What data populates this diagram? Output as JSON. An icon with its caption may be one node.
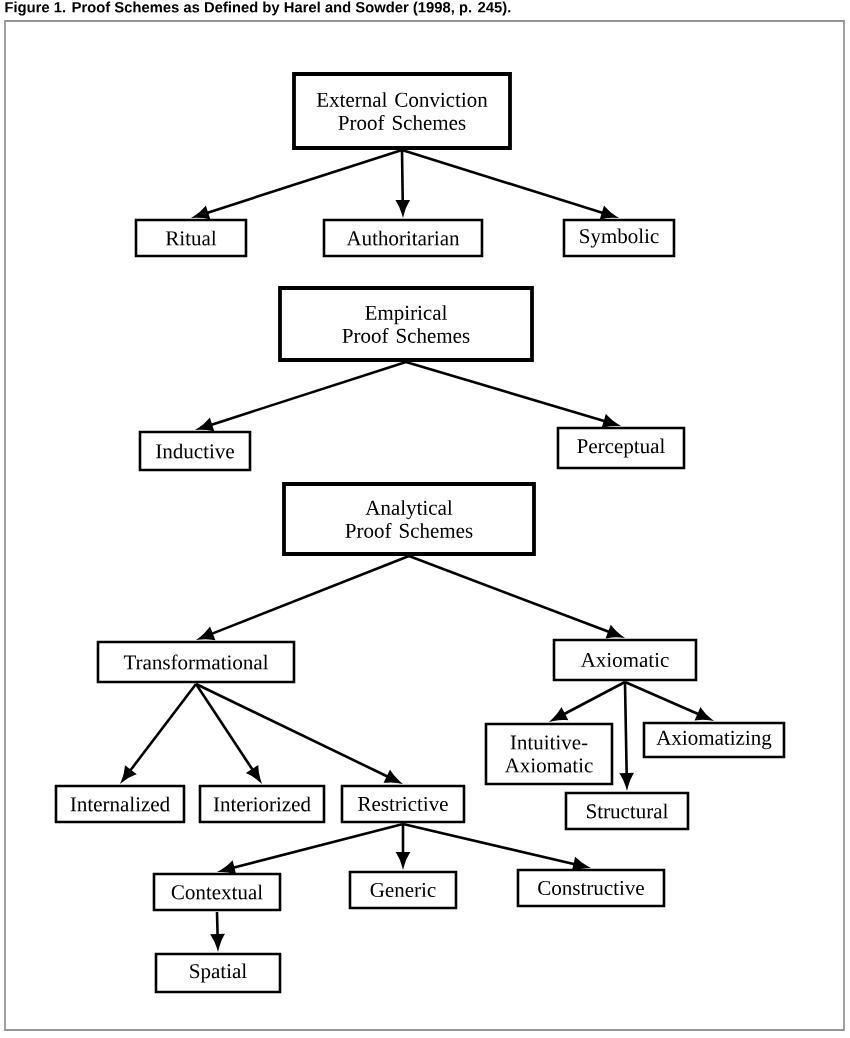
{
  "diagram": {
    "title": "Figure 1. Proof Schemes as Defined by Harel and Sowder (1998, p. 245).",
    "nodes": [
      {
        "text": [
          "External Conviction Proof Schemes"
        ]
      },
      {
        "text": [
          "Ritual"
        ]
      },
      {
        "text": [
          "Authoritarian"
        ]
      },
      {
        "text": [
          "Symbolic"
        ]
      },
      {
        "text": [
          "Empirical Proof Schemes"
        ]
      },
      {
        "text": [
          "Inductive"
        ]
      },
      {
        "text": [
          "Perceptual"
        ]
      },
      {
        "text": [
          "Analytical Proof Schemes"
        ]
      },
      {
        "text": [
          "Transformational"
        ]
      },
      {
        "text": [
          "Axiomatic"
        ]
      },
      {
        "text": [
          "Intuitive-Axiomatic"
        ]
      },
      {
        "text": [
          "Axiomatizing"
        ]
      },
      {
        "text": [
          "Structural"
        ]
      },
      {
        "text": [
          "Internalized"
        ]
      },
      {
        "text": [
          "Interiorized"
        ]
      },
      {
        "text": [
          "Restrictive"
        ]
      },
      {
        "text": [
          "Contextual"
        ]
      },
      {
        "text": [
          "Generic"
        ]
      },
      {
        "text": [
          "Constructive"
        ]
      },
      {
        "text": [
          "Spatial"
        ]
      }
    ],
    "edges": [
      {
        "from": 0,
        "to": 1,
        "arrow": "to"
      },
      {
        "from": 0,
        "to": 2,
        "arrow": "to"
      },
      {
        "from": 0,
        "to": 3,
        "arrow": "to"
      },
      {
        "from": 4,
        "to": 5,
        "arrow": "to"
      },
      {
        "from": 4,
        "to": 6,
        "arrow": "to"
      },
      {
        "from": 7,
        "to": 8,
        "arrow": "to"
      },
      {
        "from": 7,
        "to": 9,
        "arrow": "to"
      },
      {
        "from": 9,
        "to": 10,
        "arrow": "to"
      },
      {
        "from": 9,
        "to": 11,
        "arrow": "to"
      },
      {
        "from": 9,
        "to": 12,
        "arrow": "to"
      },
      {
        "from": 8,
        "to": 13,
        "arrow": "to"
      },
      {
        "from": 8,
        "to": 14,
        "arrow": "to"
      },
      {
        "from": 8,
        "to": 15,
        "arrow": "to"
      },
      {
        "from": 15,
        "to": 16,
        "arrow": "to"
      },
      {
        "from": 15,
        "to": 17,
        "arrow": "to"
      },
      {
        "from": 15,
        "to": 18,
        "arrow": "to"
      },
      {
        "from": 16,
        "to": 19,
        "arrow": "to"
      }
    ]
  }
}
